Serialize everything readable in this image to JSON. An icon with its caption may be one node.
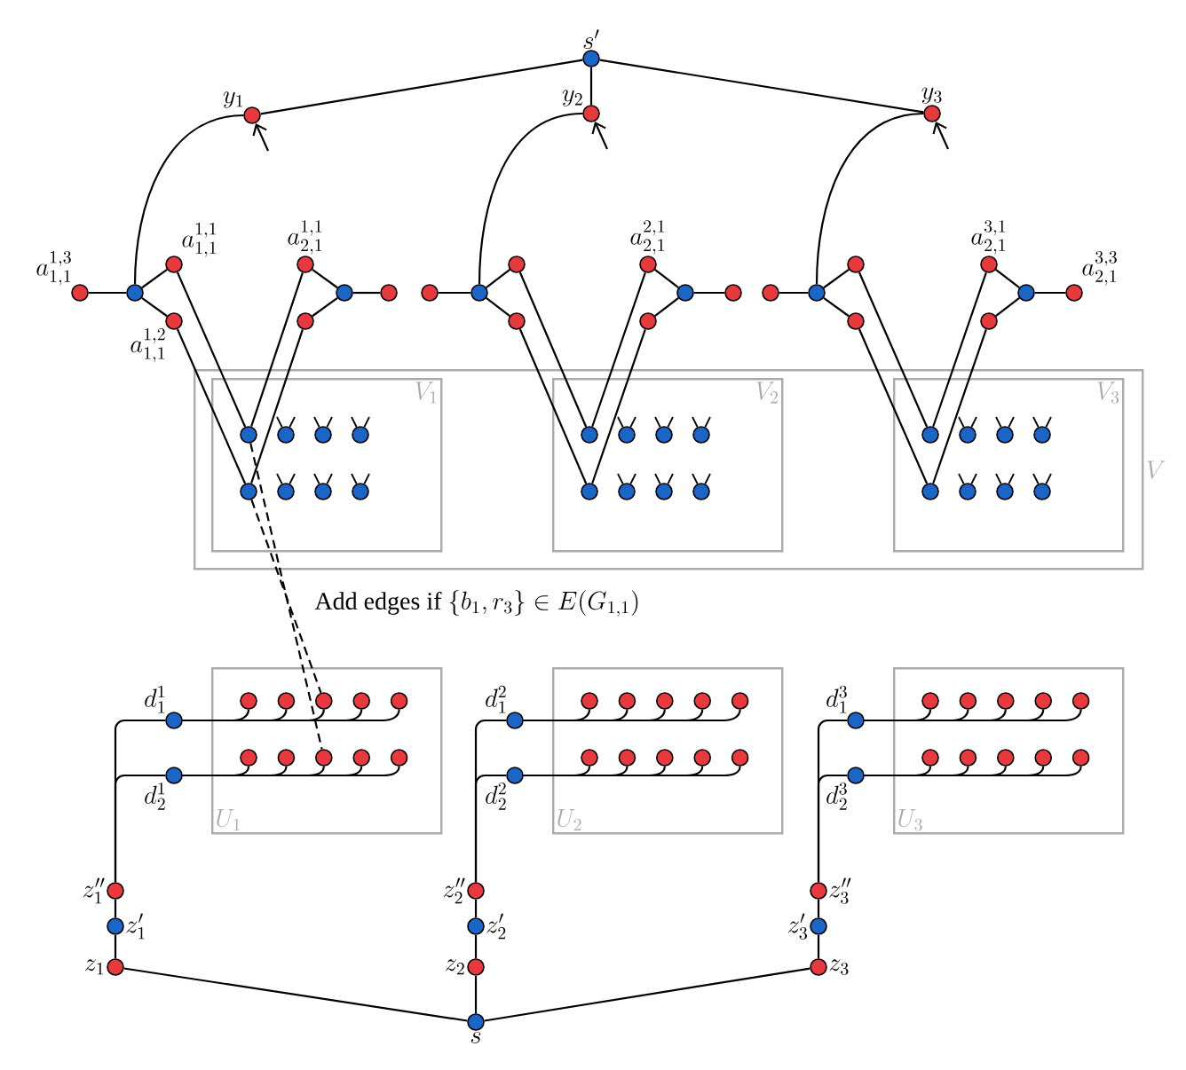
{
  "diagram": {
    "nodes": [
      {
        "text": [
          "s'"
        ]
      },
      {
        "text": [
          "y_1"
        ]
      },
      {
        "text": [
          "y_2"
        ]
      },
      {
        "text": [
          "y_3"
        ]
      },
      {
        "text": [
          "a^{1,3}_{1,1}"
        ]
      },
      {
        "text": [],
        "shape": "circle"
      },
      {
        "text": [
          "a^{1,1}_{1,1}"
        ]
      },
      {
        "text": [
          "a^{1,2}_{1,1}"
        ]
      },
      {
        "text": [
          "a^{1,1}_{2,1}"
        ]
      },
      {
        "text": [],
        "shape": "circle"
      },
      {
        "text": [],
        "shape": "circle"
      },
      {
        "text": [],
        "shape": "circle"
      },
      {
        "text": [],
        "shape": "circle"
      },
      {
        "text": [],
        "shape": "circle"
      },
      {
        "text": [],
        "shape": "circle"
      },
      {
        "text": [],
        "shape": "circle"
      },
      {
        "text": [
          "a^{2,1}_{2,1}"
        ]
      },
      {
        "text": [],
        "shape": "circle"
      },
      {
        "text": [],
        "shape": "circle"
      },
      {
        "text": [],
        "shape": "circle"
      },
      {
        "text": [],
        "shape": "circle"
      },
      {
        "text": [],
        "shape": "circle"
      },
      {
        "text": [],
        "shape": "circle"
      },
      {
        "text": [],
        "shape": "circle"
      },
      {
        "text": [
          "a^{3,1}_{2,1}"
        ]
      },
      {
        "text": [],
        "shape": "circle"
      },
      {
        "text": [],
        "shape": "circle"
      },
      {
        "text": [
          "a^{3,3}_{2,1}"
        ]
      },
      {
        "text": [
          "V"
        ]
      },
      {
        "text": [
          "V_1"
        ],
        "in": 28
      },
      {
        "text": [],
        "shape": "circle",
        "in": 29
      },
      {
        "text": [],
        "shape": "circle",
        "in": 29
      },
      {
        "text": [],
        "shape": "circle",
        "in": 29
      },
      {
        "text": [],
        "shape": "circle",
        "in": 29
      },
      {
        "text": [],
        "shape": "circle",
        "in": 29
      },
      {
        "text": [],
        "shape": "circle",
        "in": 29
      },
      {
        "text": [],
        "shape": "circle",
        "in": 29
      },
      {
        "text": [],
        "shape": "circle",
        "in": 29
      },
      {
        "text": [
          "V_2"
        ],
        "in": 28
      },
      {
        "text": [],
        "shape": "circle",
        "in": 38
      },
      {
        "text": [],
        "shape": "circle",
        "in": 38
      },
      {
        "text": [],
        "shape": "circle",
        "in": 38
      },
      {
        "text": [],
        "shape": "circle",
        "in": 38
      },
      {
        "text": [],
        "shape": "circle",
        "in": 38
      },
      {
        "text": [],
        "shape": "circle",
        "in": 38
      },
      {
        "text": [],
        "shape": "circle",
        "in": 38
      },
      {
        "text": [],
        "shape": "circle",
        "in": 38
      },
      {
        "text": [
          "V_3"
        ],
        "in": 28
      },
      {
        "text": [],
        "shape": "circle",
        "in": 47
      },
      {
        "text": [],
        "shape": "circle",
        "in": 47
      },
      {
        "text": [],
        "shape": "circle",
        "in": 47
      },
      {
        "text": [],
        "shape": "circle",
        "in": 47
      },
      {
        "text": [],
        "shape": "circle",
        "in": 47
      },
      {
        "text": [],
        "shape": "circle",
        "in": 47
      },
      {
        "text": [],
        "shape": "circle",
        "in": 47
      },
      {
        "text": [],
        "shape": "circle",
        "in": 47
      },
      {
        "text": [
          "U_1"
        ]
      },
      {
        "text": [],
        "shape": "circle",
        "in": 56
      },
      {
        "text": [],
        "shape": "circle",
        "in": 56
      },
      {
        "text": [],
        "shape": "circle",
        "in": 56
      },
      {
        "text": [],
        "shape": "circle",
        "in": 56
      },
      {
        "text": [],
        "shape": "circle",
        "in": 56
      },
      {
        "text": [],
        "shape": "circle",
        "in": 56
      },
      {
        "text": [],
        "shape": "circle",
        "in": 56
      },
      {
        "text": [],
        "shape": "circle",
        "in": 56
      },
      {
        "text": [],
        "shape": "circle",
        "in": 56
      },
      {
        "text": [],
        "shape": "circle",
        "in": 56
      },
      {
        "text": [
          "d^1_1"
        ]
      },
      {
        "text": [
          "d^1_2"
        ]
      },
      {
        "text": [
          "z''_1"
        ]
      },
      {
        "text": [
          "z'_1"
        ]
      },
      {
        "text": [
          "z_1"
        ]
      },
      {
        "text": [
          "U_2"
        ]
      },
      {
        "text": [],
        "shape": "circle",
        "in": 72
      },
      {
        "text": [],
        "shape": "circle",
        "in": 72
      },
      {
        "text": [],
        "shape": "circle",
        "in": 72
      },
      {
        "text": [],
        "shape": "circle",
        "in": 72
      },
      {
        "text": [],
        "shape": "circle",
        "in": 72
      },
      {
        "text": [],
        "shape": "circle",
        "in": 72
      },
      {
        "text": [],
        "shape": "circle",
        "in": 72
      },
      {
        "text": [],
        "shape": "circle",
        "in": 72
      },
      {
        "text": [],
        "shape": "circle",
        "in": 72
      },
      {
        "text": [],
        "shape": "circle",
        "in": 72
      },
      {
        "text": [
          "d^2_1"
        ]
      },
      {
        "text": [
          "d^2_2"
        ]
      },
      {
        "text": [
          "z''_2"
        ]
      },
      {
        "text": [
          "z'_2"
        ]
      },
      {
        "text": [
          "z_2"
        ]
      },
      {
        "text": [
          "U_3"
        ]
      },
      {
        "text": [],
        "shape": "circle",
        "in": 88
      },
      {
        "text": [],
        "shape": "circle",
        "in": 88
      },
      {
        "text": [],
        "shape": "circle",
        "in": 88
      },
      {
        "text": [],
        "shape": "circle",
        "in": 88
      },
      {
        "text": [],
        "shape": "circle",
        "in": 88
      },
      {
        "text": [],
        "shape": "circle",
        "in": 88
      },
      {
        "text": [],
        "shape": "circle",
        "in": 88
      },
      {
        "text": [],
        "shape": "circle",
        "in": 88
      },
      {
        "text": [],
        "shape": "circle",
        "in": 88
      },
      {
        "text": [],
        "shape": "circle",
        "in": 88
      },
      {
        "text": [
          "d^3_1"
        ]
      },
      {
        "text": [
          "d^3_2"
        ]
      },
      {
        "text": [
          "z''_3"
        ]
      },
      {
        "text": [
          "z'_3"
        ]
      },
      {
        "text": [
          "z_3"
        ]
      },
      {
        "text": [
          "s"
        ]
      }
    ],
    "edges": [
      {
        "from": 0,
        "to": 1,
        "arrow": "none"
      },
      {
        "from": 0,
        "to": 2,
        "arrow": "none"
      },
      {
        "from": 0,
        "to": 3,
        "arrow": "none"
      },
      {
        "from": 5,
        "to": 1,
        "arrow": "none"
      },
      {
        "from": 13,
        "to": 2,
        "arrow": "none"
      },
      {
        "from": 21,
        "to": 3,
        "arrow": "none"
      },
      {
        "from": null,
        "to": 1,
        "arrow": "to"
      },
      {
        "from": null,
        "to": 2,
        "arrow": "to"
      },
      {
        "from": null,
        "to": 3,
        "arrow": "to"
      },
      {
        "from": 4,
        "to": 5,
        "arrow": "none"
      },
      {
        "from": 5,
        "to": 6,
        "arrow": "none"
      },
      {
        "from": 5,
        "to": 7,
        "arrow": "none"
      },
      {
        "from": 8,
        "to": 10,
        "arrow": "none"
      },
      {
        "from": 9,
        "to": 10,
        "arrow": "none"
      },
      {
        "from": 10,
        "to": 11,
        "arrow": "none"
      },
      {
        "from": 6,
        "to": 30,
        "arrow": "none"
      },
      {
        "from": 7,
        "to": 34,
        "arrow": "none"
      },
      {
        "from": 8,
        "to": 30,
        "arrow": "none"
      },
      {
        "from": 9,
        "to": 34,
        "arrow": "none"
      },
      {
        "from": 12,
        "to": 13,
        "arrow": "none"
      },
      {
        "from": 13,
        "to": 14,
        "arrow": "none"
      },
      {
        "from": 13,
        "to": 15,
        "arrow": "none"
      },
      {
        "from": 16,
        "to": 18,
        "arrow": "none"
      },
      {
        "from": 17,
        "to": 18,
        "arrow": "none"
      },
      {
        "from": 18,
        "to": 19,
        "arrow": "none"
      },
      {
        "from": 14,
        "to": 39,
        "arrow": "none"
      },
      {
        "from": 15,
        "to": 43,
        "arrow": "none"
      },
      {
        "from": 16,
        "to": 39,
        "arrow": "none"
      },
      {
        "from": 17,
        "to": 43,
        "arrow": "none"
      },
      {
        "from": 20,
        "to": 21,
        "arrow": "none"
      },
      {
        "from": 21,
        "to": 22,
        "arrow": "none"
      },
      {
        "from": 21,
        "to": 23,
        "arrow": "none"
      },
      {
        "from": 24,
        "to": 26,
        "arrow": "none"
      },
      {
        "from": 25,
        "to": 26,
        "arrow": "none"
      },
      {
        "from": 26,
        "to": 27,
        "arrow": "none"
      },
      {
        "from": 22,
        "to": 48,
        "arrow": "none"
      },
      {
        "from": 23,
        "to": 52,
        "arrow": "none"
      },
      {
        "from": 24,
        "to": 48,
        "arrow": "none"
      },
      {
        "from": 25,
        "to": 52,
        "arrow": "none"
      },
      {
        "from": 30,
        "to": 64,
        "arrow": "none",
        "style": "dashed"
      },
      {
        "from": 34,
        "to": 59,
        "arrow": "none",
        "style": "dashed"
      },
      {
        "from": 67,
        "to": 57,
        "arrow": "none"
      },
      {
        "from": 67,
        "to": 58,
        "arrow": "none"
      },
      {
        "from": 67,
        "to": 59,
        "arrow": "none"
      },
      {
        "from": 67,
        "to": 60,
        "arrow": "none"
      },
      {
        "from": 67,
        "to": 61,
        "arrow": "none"
      },
      {
        "from": 68,
        "to": 62,
        "arrow": "none"
      },
      {
        "from": 68,
        "to": 63,
        "arrow": "none"
      },
      {
        "from": 68,
        "to": 64,
        "arrow": "none"
      },
      {
        "from": 68,
        "to": 65,
        "arrow": "none"
      },
      {
        "from": 68,
        "to": 66,
        "arrow": "none"
      },
      {
        "from": 69,
        "to": 67,
        "arrow": "none"
      },
      {
        "from": 69,
        "to": 68,
        "arrow": "none"
      },
      {
        "from": 69,
        "to": 70,
        "arrow": "none"
      },
      {
        "from": 70,
        "to": 71,
        "arrow": "none"
      },
      {
        "from": 71,
        "to": 104,
        "arrow": "none"
      },
      {
        "from": 83,
        "to": 73,
        "arrow": "none"
      },
      {
        "from": 83,
        "to": 74,
        "arrow": "none"
      },
      {
        "from": 83,
        "to": 75,
        "arrow": "none"
      },
      {
        "from": 83,
        "to": 76,
        "arrow": "none"
      },
      {
        "from": 83,
        "to": 77,
        "arrow": "none"
      },
      {
        "from": 84,
        "to": 78,
        "arrow": "none"
      },
      {
        "from": 84,
        "to": 79,
        "arrow": "none"
      },
      {
        "from": 84,
        "to": 80,
        "arrow": "none"
      },
      {
        "from": 84,
        "to": 81,
        "arrow": "none"
      },
      {
        "from": 84,
        "to": 82,
        "arrow": "none"
      },
      {
        "from": 85,
        "to": 83,
        "arrow": "none"
      },
      {
        "from": 85,
        "to": 84,
        "arrow": "none"
      },
      {
        "from": 85,
        "to": 86,
        "arrow": "none"
      },
      {
        "from": 86,
        "to": 87,
        "arrow": "none"
      },
      {
        "from": 87,
        "to": 104,
        "arrow": "none"
      },
      {
        "from": 99,
        "to": 89,
        "arrow": "none"
      },
      {
        "from": 99,
        "to": 90,
        "arrow": "none"
      },
      {
        "from": 99,
        "to": 91,
        "arrow": "none"
      },
      {
        "from": 99,
        "to": 92,
        "arrow": "none"
      },
      {
        "from": 99,
        "to": 93,
        "arrow": "none"
      },
      {
        "from": 100,
        "to": 94,
        "arrow": "none"
      },
      {
        "from": 100,
        "to": 95,
        "arrow": "none"
      },
      {
        "from": 100,
        "to": 96,
        "arrow": "none"
      },
      {
        "from": 100,
        "to": 97,
        "arrow": "none"
      },
      {
        "from": 100,
        "to": 98,
        "arrow": "none"
      },
      {
        "from": 101,
        "to": 99,
        "arrow": "none"
      },
      {
        "from": 101,
        "to": 100,
        "arrow": "none"
      },
      {
        "from": 101,
        "to": 102,
        "arrow": "none"
      },
      {
        "from": 102,
        "to": 103,
        "arrow": "none"
      },
      {
        "from": 103,
        "to": 104,
        "arrow": "none"
      },
      {
        "from": 31,
        "to": null,
        "arrow": "none"
      },
      {
        "from": 31,
        "to": null,
        "arrow": "none"
      },
      {
        "from": 32,
        "to": null,
        "arrow": "none"
      },
      {
        "from": 32,
        "to": null,
        "arrow": "none"
      },
      {
        "from": 33,
        "to": null,
        "arrow": "none"
      },
      {
        "from": 33,
        "to": null,
        "arrow": "none"
      },
      {
        "from": 35,
        "to": null,
        "arrow": "none"
      },
      {
        "from": 35,
        "to": null,
        "arrow": "none"
      },
      {
        "from": 36,
        "to": null,
        "arrow": "none"
      },
      {
        "from": 36,
        "to": null,
        "arrow": "none"
      },
      {
        "from": 37,
        "to": null,
        "arrow": "none"
      },
      {
        "from": 37,
        "to": null,
        "arrow": "none"
      },
      {
        "from": 40,
        "to": null,
        "arrow": "none"
      },
      {
        "from": 40,
        "to": null,
        "arrow": "none"
      },
      {
        "from": 41,
        "to": null,
        "arrow": "none"
      },
      {
        "from": 41,
        "to": null,
        "arrow": "none"
      },
      {
        "from": 42,
        "to": null,
        "arrow": "none"
      },
      {
        "from": 42,
        "to": null,
        "arrow": "none"
      },
      {
        "from": 44,
        "to": null,
        "arrow": "none"
      },
      {
        "from": 44,
        "to": null,
        "arrow": "none"
      },
      {
        "from": 45,
        "to": null,
        "arrow": "none"
      },
      {
        "from": 45,
        "to": null,
        "arrow": "none"
      },
      {
        "from": 46,
        "to": null,
        "arrow": "none"
      },
      {
        "from": 46,
        "to": null,
        "arrow": "none"
      },
      {
        "from": 49,
        "to": null,
        "arrow": "none"
      },
      {
        "from": 49,
        "to": null,
        "arrow": "none"
      },
      {
        "from": 50,
        "to": null,
        "arrow": "none"
      },
      {
        "from": 50,
        "to": null,
        "arrow": "none"
      },
      {
        "from": 51,
        "to": null,
        "arrow": "none"
      },
      {
        "from": 51,
        "to": null,
        "arrow": "none"
      },
      {
        "from": 53,
        "to": null,
        "arrow": "none"
      },
      {
        "from": 53,
        "to": null,
        "arrow": "none"
      },
      {
        "from": 54,
        "to": null,
        "arrow": "none"
      },
      {
        "from": 54,
        "to": null,
        "arrow": "none"
      },
      {
        "from": 55,
        "to": null,
        "arrow": "none"
      },
      {
        "from": 55,
        "to": null,
        "arrow": "none"
      }
    ],
    "labels": [
      "\\text{Add edges if } \\{b_1, r_3\\} \\in E(G_{1,1})"
    ]
  }
}
